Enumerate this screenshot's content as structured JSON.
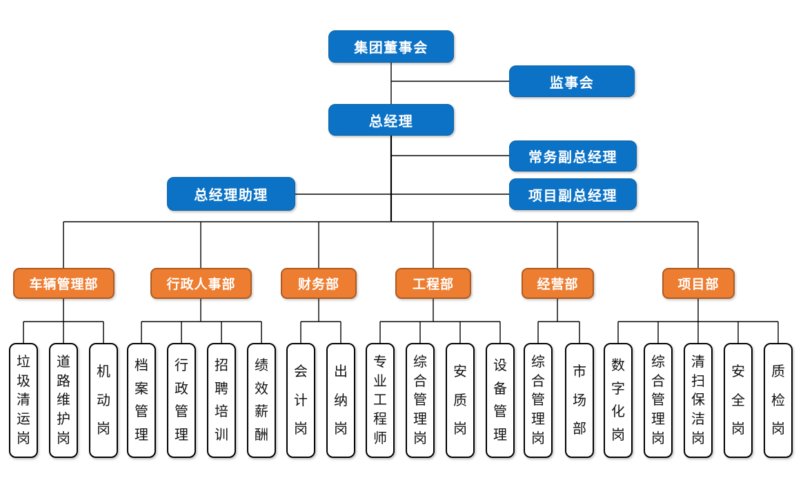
{
  "diagram": {
    "colors": {
      "primary_blue": "#0B72C6",
      "primary_blue_border": "#0A61A4",
      "accent_orange": "#ED7D31",
      "accent_orange_border": "#AE5A21",
      "leaf_border": "#000000",
      "line_color": "#000000"
    },
    "executive": {
      "board": "集团董事会",
      "supervisory": "监事会",
      "general_manager": "总经理",
      "executive_deputy_gm": "常务副总经理",
      "gm_assistant": "总经理助理",
      "project_deputy_gm": "项目副总经理"
    },
    "departments": [
      {
        "label": "车辆管理部",
        "positions": [
          "垃圾清运岗",
          "道路维护岗",
          "机动岗"
        ]
      },
      {
        "label": "行政人事部",
        "positions": [
          "档案管理",
          "行政管理",
          "招聘培训",
          "绩效薪酬"
        ]
      },
      {
        "label": "财务部",
        "positions": [
          "会计岗",
          "出纳岗"
        ]
      },
      {
        "label": "工程部",
        "positions": [
          "专业工程师",
          "综合管理岗",
          "安质岗",
          "设备管理"
        ]
      },
      {
        "label": "经营部",
        "positions": [
          "综合管理岗",
          "市场部"
        ]
      },
      {
        "label": "项目部",
        "positions": [
          "数字化岗",
          "综合管理岗",
          "清扫保洁岗",
          "安全岗",
          "质检岗"
        ]
      }
    ]
  }
}
